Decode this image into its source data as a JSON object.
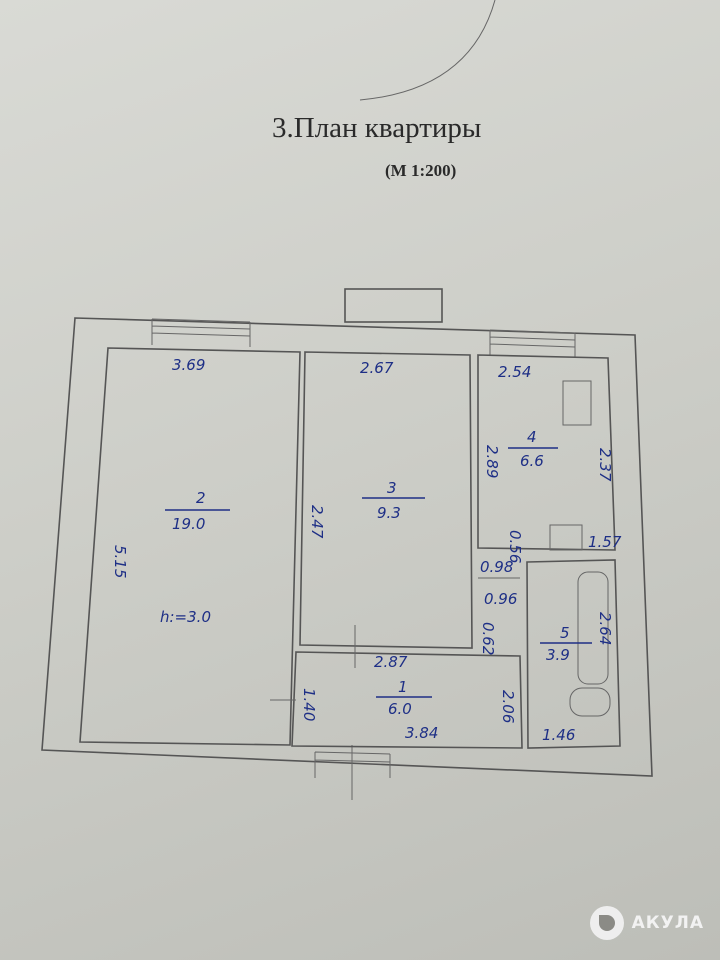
{
  "title": "3.План  квартиры",
  "scale": "(М  1:200)",
  "rooms": [
    {
      "number": "2",
      "area": "19.0"
    },
    {
      "number": "3",
      "area": "9.3"
    },
    {
      "number": "4",
      "area": "6.6"
    },
    {
      "number": "1",
      "area": "6.0"
    },
    {
      "number": "5",
      "area": "3.9"
    }
  ],
  "ceiling_height": "h:=3.0",
  "dimensions": {
    "d369": "3.69",
    "d267": "2.67",
    "d254": "2.54",
    "d515": "5.15",
    "d247": "2.47",
    "d289": "2.89",
    "d237": "2.37",
    "d056": "0.56",
    "d157": "1.57",
    "d098": "0.98",
    "d096": "0.96",
    "d062": "0.62",
    "d264": "2.64",
    "d287": "2.87",
    "d140": "1.40",
    "d384": "3.84",
    "d206": "2.06",
    "d146": "1.46"
  },
  "watermark": {
    "brand": "АКУЛА"
  }
}
